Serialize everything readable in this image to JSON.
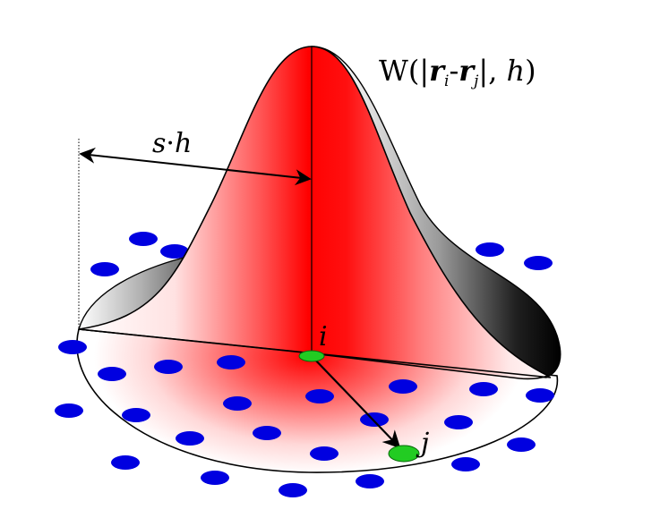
{
  "labels": {
    "kernel_prefix": "W(|",
    "kernel_r1": "r",
    "kernel_i": "i",
    "kernel_minus": "-",
    "kernel_r2": "r",
    "kernel_j": "j",
    "kernel_suffix": "|, ",
    "kernel_h": "h",
    "kernel_close": ")",
    "smoothing_s": "s",
    "smoothing_dot": "·",
    "smoothing_h": "h",
    "particle_i": "i",
    "particle_j": "j"
  },
  "colors": {
    "kernel_red": "#ff0000",
    "particle_blue": "#0000e0",
    "particle_green": "#22cc22",
    "outline": "#000000"
  }
}
